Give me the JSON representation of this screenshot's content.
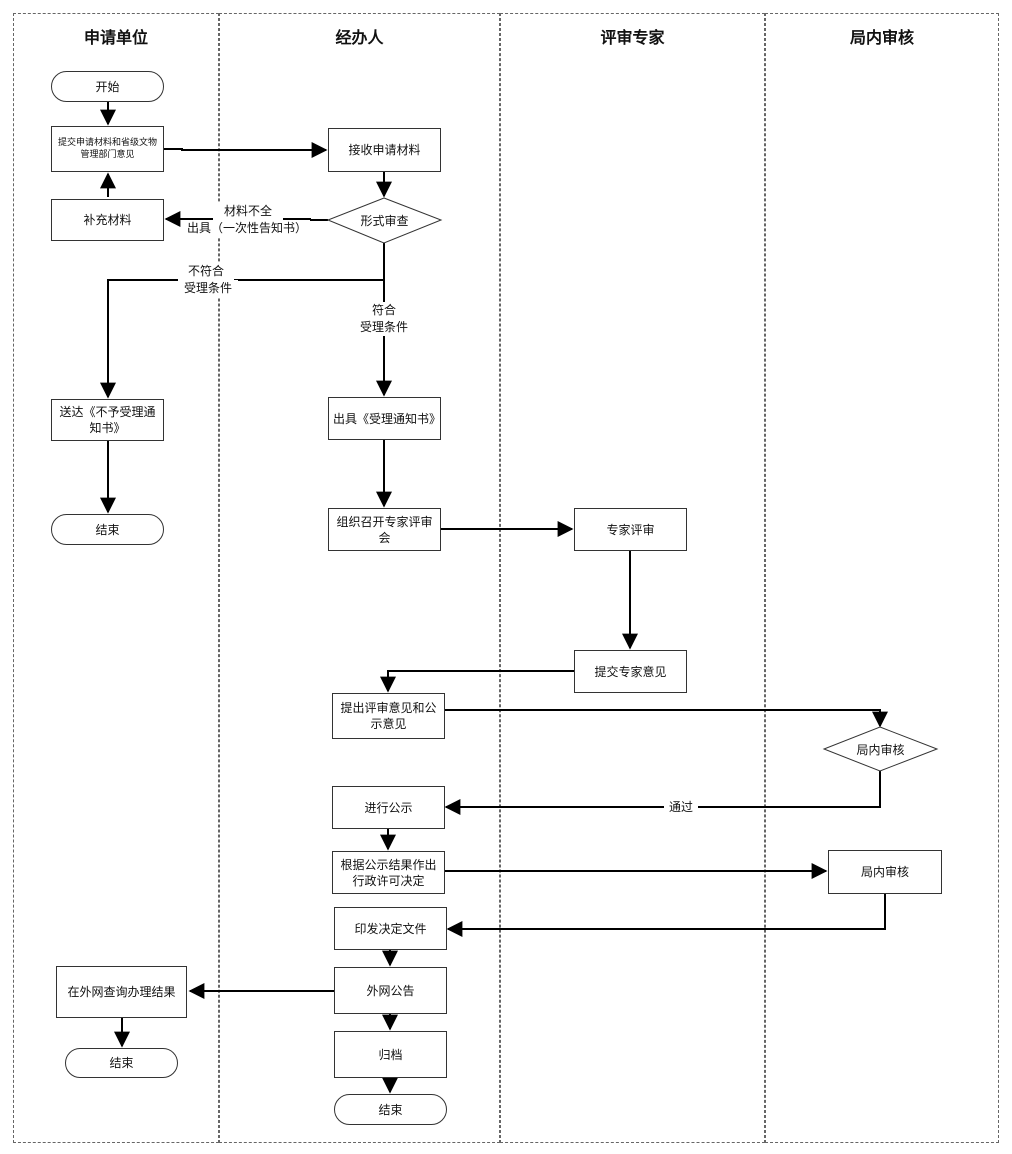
{
  "lanes": [
    "申请单位",
    "经办人",
    "评审专家",
    "局内审核"
  ],
  "nodes": {
    "start": "开始",
    "submit": "提交申请材料和省级文物管理部门意见",
    "receive": "接收申请材料",
    "formal_review": "形式审查",
    "supplement": "补充材料",
    "reject_notice": "送达《不予受理通知书》",
    "end1": "结束",
    "accept_notice": "出具《受理通知书》",
    "organize_review": "组织召开专家评审会",
    "expert_review": "专家评审",
    "submit_opinion": "提交专家意见",
    "propose_opinion": "提出评审意见和公示意见",
    "bureau_review1": "局内审核",
    "publicize": "进行公示",
    "decision": "根据公示结果作出行政许可决定",
    "bureau_review2": "局内审核",
    "issue_doc": "印发决定文件",
    "query_result": "在外网查询办理结果",
    "web_announce": "外网公告",
    "end2": "结束",
    "archive": "归档",
    "end3": "结束"
  },
  "edge_labels": {
    "incomplete_1": "材料不全",
    "incomplete_2": "出具（一次性告知书）",
    "not_meet_1": "不符合",
    "not_meet_2": "受理条件",
    "meet_1": "符合",
    "meet_2": "受理条件",
    "pass": "通过"
  }
}
